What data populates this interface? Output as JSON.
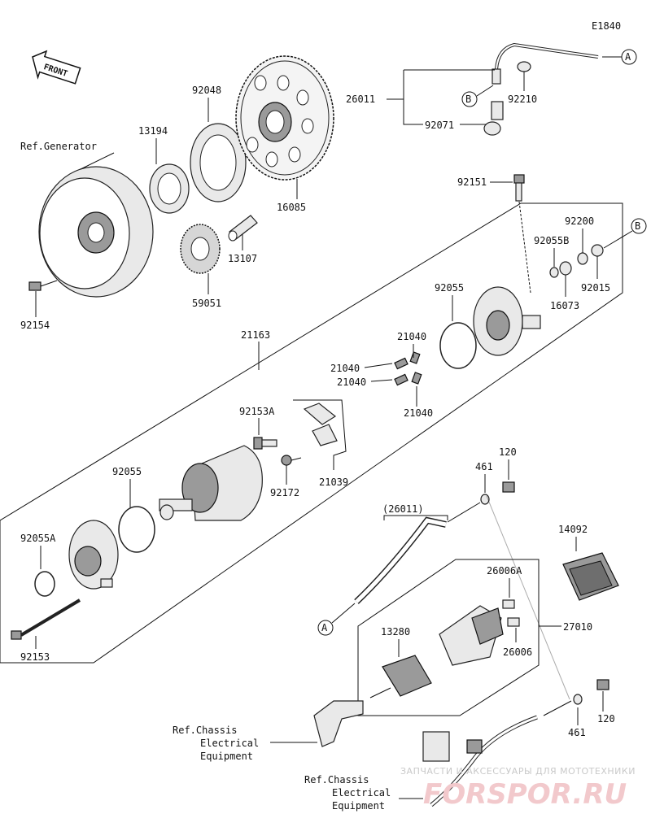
{
  "diagram_code": "E1840",
  "front_label": "FRONT",
  "callouts": {
    "a": "A",
    "b": "B"
  },
  "parts": {
    "p26011": "26011",
    "p26011_ref": "(26011)",
    "p92210": "92210",
    "p92071": "92071",
    "p92048": "92048",
    "p13194": "13194",
    "p16085": "16085",
    "p13107": "13107",
    "p59051": "59051",
    "p92154": "92154",
    "p92151": "92151",
    "p92200": "92200",
    "p92055B": "92055B",
    "p92015": "92015",
    "p16073": "16073",
    "p92055_top": "92055",
    "p21163": "21163",
    "p21040_a": "21040",
    "p21040_b": "21040",
    "p21040_c": "21040",
    "p21040_d": "21040",
    "p92153A": "92153A",
    "p92172": "92172",
    "p21039": "21039",
    "p92055_bottom": "92055",
    "p92055A": "92055A",
    "p92153": "92153",
    "p120_top": "120",
    "p461_top": "461",
    "p14092": "14092",
    "p26006A": "26006A",
    "p13280": "13280",
    "p27010": "27010",
    "p26006": "26006",
    "p461_bottom": "461",
    "p120_bottom": "120"
  },
  "refs": {
    "generator": "Ref.Generator",
    "chassis_1": [
      "Ref.Chassis",
      "Electrical",
      "Equipment"
    ],
    "chassis_2": [
      "Ref.Chassis",
      "Electrical",
      "Equipment"
    ]
  },
  "watermark": {
    "line1": "ЗАПЧАСТИ И АКСЕССУАРЫ ДЛЯ МОТОТЕХНИКИ",
    "line2": "FORSPOR.RU"
  }
}
